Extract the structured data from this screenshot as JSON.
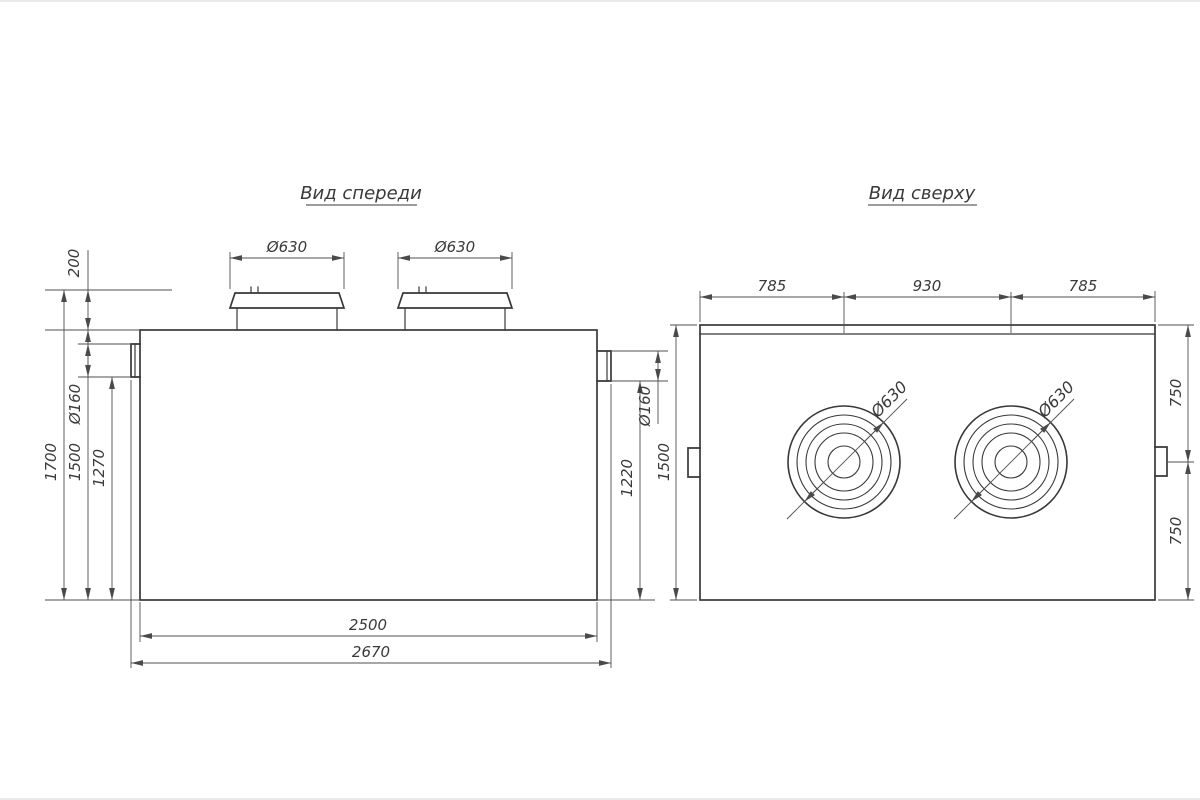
{
  "drawing": {
    "front_view": {
      "title": "Вид спереди",
      "hatch_diameter_1": "Ø630",
      "hatch_diameter_2": "Ø630",
      "dim_cover_height": "200",
      "dim_total_height": "1700",
      "dim_body_height": "1500",
      "dim_inlet_height": "1270",
      "inlet_diameter": "Ø160",
      "outlet_diameter": "Ø160",
      "dim_outlet_height": "1220",
      "dim_body_length": "2500",
      "dim_total_length": "2670"
    },
    "top_view": {
      "title": "Вид сверху",
      "dim_left_span": "785",
      "dim_center_span": "930",
      "dim_right_span": "785",
      "dim_width": "1500",
      "dim_half_width_top": "750",
      "dim_half_width_bottom": "750",
      "hatch_diameter_1": "Ø630",
      "hatch_diameter_2": "Ø630"
    }
  }
}
